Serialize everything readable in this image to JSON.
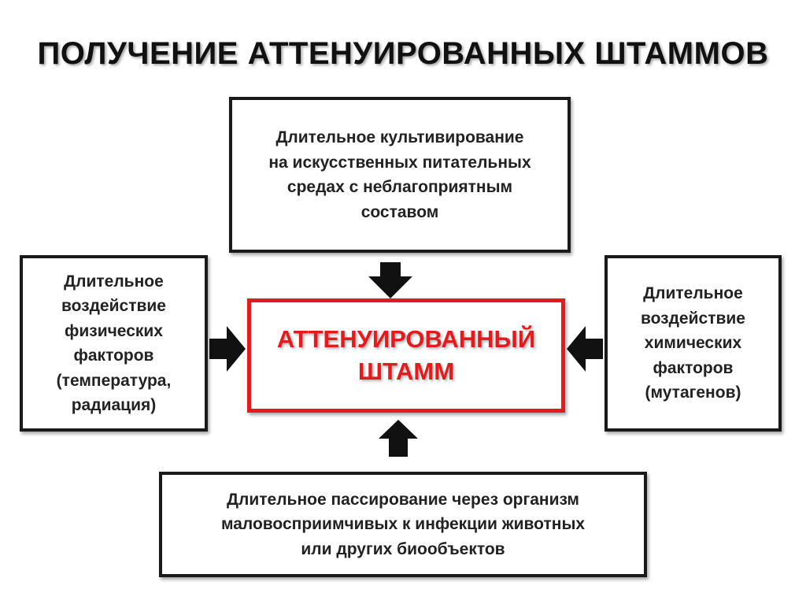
{
  "title": "ПОЛУЧЕНИЕ АТТЕНУИРОВАННЫХ ШТАММОВ",
  "center": {
    "lines": [
      "АТТЕНУИРОВАННЫЙ",
      "ШТАММ"
    ],
    "border_color": "#e41a1c",
    "text_color": "#e41a1c"
  },
  "top_box": {
    "lines": [
      "Длительное культивирование",
      "на искусственных питательных",
      "средах с неблагоприятным",
      "составом"
    ]
  },
  "left_box": {
    "lines": [
      "Длительное",
      "воздействие",
      "физических",
      "факторов",
      "(температура,",
      "радиация)"
    ]
  },
  "right_box": {
    "lines": [
      "Длительное",
      "воздействие",
      "химических",
      "факторов",
      "(мутагенов)"
    ]
  },
  "bottom_box": {
    "lines": [
      "Длительное пассирование через организм",
      "маловосприимчивых к инфекции животных",
      "или других биообъектов"
    ]
  },
  "arrows": {
    "color": "#111111",
    "icons": [
      "arrow-down-icon",
      "arrow-up-icon",
      "arrow-right-icon",
      "arrow-left-icon"
    ]
  }
}
